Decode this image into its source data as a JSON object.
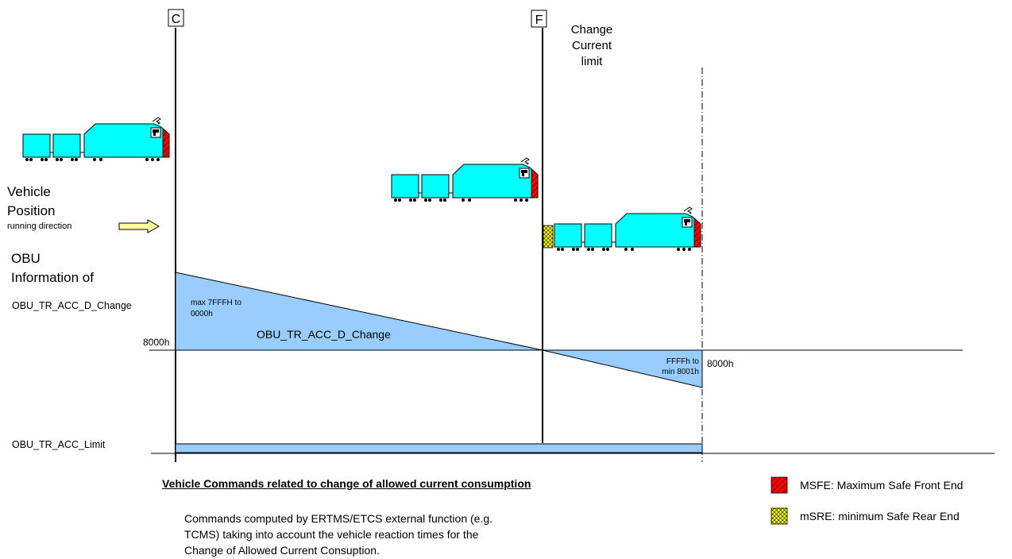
{
  "markers": {
    "c_label": "C",
    "f_label": "F",
    "change_label": [
      "Change",
      "Current",
      "limit"
    ]
  },
  "left_labels": {
    "vehicle": "Vehicle",
    "position": "Position",
    "running_direction": "running direction",
    "obu": "OBU",
    "information_of": "Information of",
    "acc_d_change": "OBU_TR_ACC_D_Change",
    "acc_limit": "OBU_TR_ACC_Limit",
    "value_8000_left": "8000h"
  },
  "chart_labels": {
    "max_line1": "max 7FFFH to",
    "max_line2": "0000h",
    "region_label": "OBU_TR_ACC_D_Change",
    "ffff_line1": "FFFFh to",
    "ffff_line2": "min 8001h",
    "value_8000_right": "8000h"
  },
  "bottom": {
    "heading": "Vehicle Commands related to change of allowed current consumption",
    "paragraph": [
      "Commands computed  by ERTMS/ETCS external function (e.g.",
      "TCMS) taking into account the vehicle reaction times for the",
      "Change of Allowed Current Consuption."
    ]
  },
  "legend": {
    "msfe": "MSFE:  Maximum Safe Front End",
    "msre": "mSRE:  minimum Safe Rear End"
  },
  "colors": {
    "train_body": "#00ffff",
    "region_fill": "#99ccff",
    "msfe": "#ff0000",
    "msre": "#ffff00",
    "arrow": "#ffff99"
  }
}
